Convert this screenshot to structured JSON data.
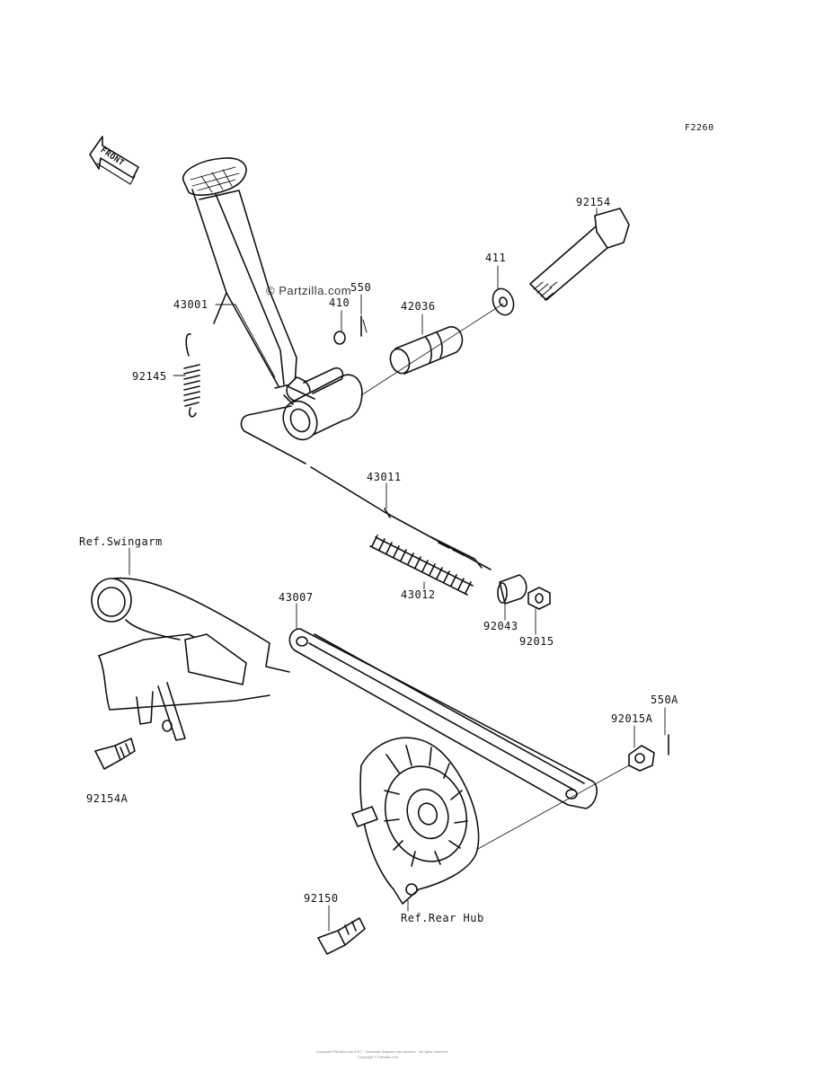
{
  "figure_code": "F2260",
  "watermark": "© Partzilla.com",
  "front_label": "FRONT",
  "callouts": {
    "p43001": "43001",
    "p92145": "92145",
    "p410": "410",
    "p550": "550",
    "p42036": "42036",
    "p411": "411",
    "p92154": "92154",
    "p43011": "43011",
    "p43012": "43012",
    "p92043": "92043",
    "p92015": "92015",
    "p43007": "43007",
    "p550A": "550A",
    "p92015A": "92015A",
    "p92154A": "92154A",
    "p92150": "92150"
  },
  "refs": {
    "swingarm": "Ref.Swingarm",
    "rear_hub": "Ref.Rear Hub"
  },
  "footer": {
    "line1": "Copyright Partzilla.com 2017 · Kawasaki diagram reproduction · all rights reserved",
    "line2": "Copyright © Partzilla.com"
  }
}
